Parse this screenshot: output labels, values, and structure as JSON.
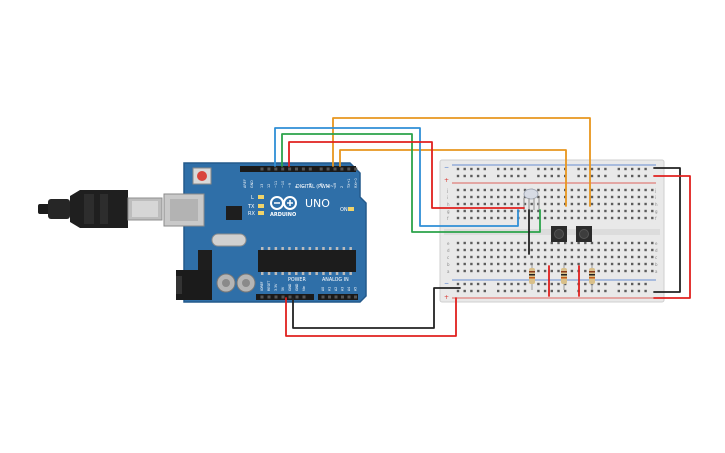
{
  "arduino": {
    "brand": "UNO",
    "logo_text": "ARDUINO",
    "digital_header": "DIGITAL (PWM~)",
    "power_header": "POWER",
    "analog_header": "ANALOG IN",
    "tx_label": "TX",
    "rx_label": "RX",
    "l_label": "L",
    "on_label": "ON",
    "aref_label": "AREF",
    "gnd_label": "GND",
    "digital_pins": [
      "13",
      "12",
      "~11",
      "~10",
      "~9",
      "8",
      "7",
      "~6",
      "~5",
      "4",
      "~3",
      "2",
      "TX→1",
      "RX←0"
    ],
    "power_pins": [
      "IOREF",
      "RESET",
      "3.3V",
      "5V",
      "GND",
      "GND",
      "Vin"
    ],
    "analog_pins": [
      "A0",
      "A1",
      "A2",
      "A3",
      "A4",
      "A5"
    ]
  },
  "breadboard": {
    "row_letters_top": [
      "j",
      "i",
      "h",
      "g",
      "f"
    ],
    "row_letters_bottom": [
      "e",
      "d",
      "c",
      "b",
      "a"
    ],
    "plus": "+",
    "minus": "−"
  },
  "colors": {
    "board": "#2f6fa8",
    "board_edge": "#245a8c",
    "breadboard": "#e9e9e9",
    "wire_red": "#e0201e",
    "wire_black": "#222222",
    "wire_green": "#2ba34a",
    "wire_blue": "#2f8fd6",
    "wire_orange": "#e8961e",
    "rail_red": "#d8342e",
    "rail_blue": "#3c6ec8"
  }
}
